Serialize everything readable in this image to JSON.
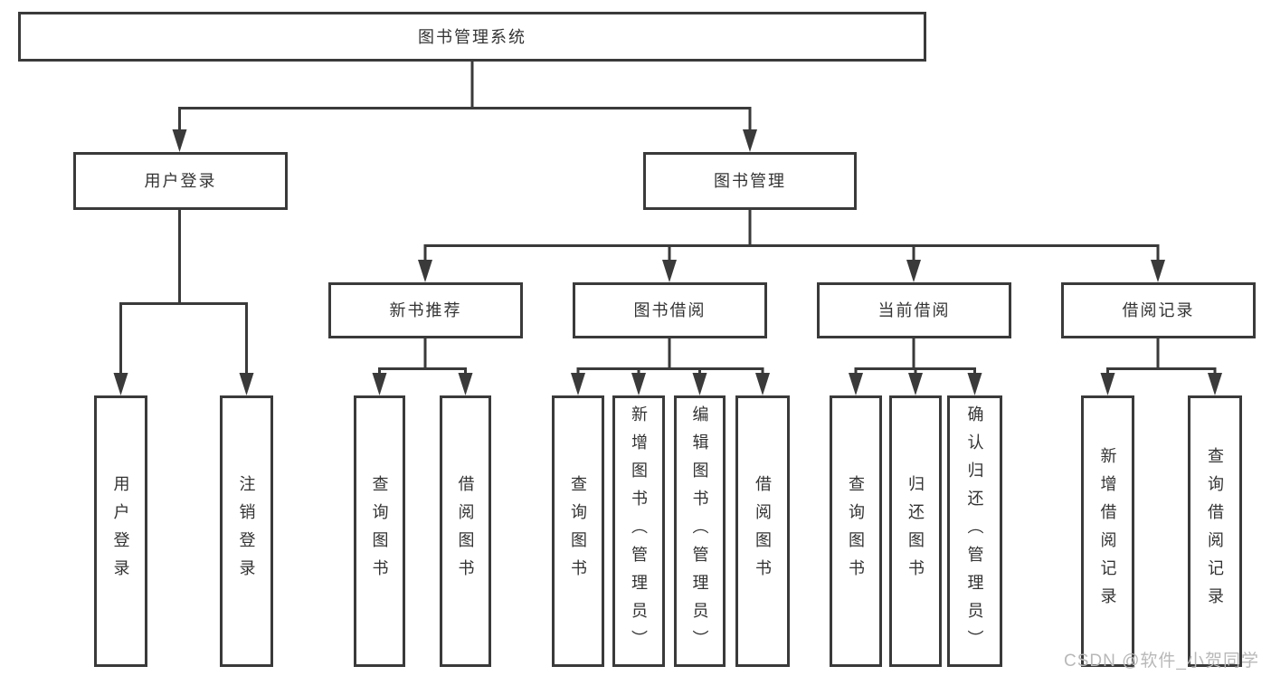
{
  "tree": {
    "root": {
      "label": "图书管理系统",
      "children": [
        {
          "label": "用户登录",
          "children": [
            {
              "label": "用户登录"
            },
            {
              "label": "注销登录"
            }
          ]
        },
        {
          "label": "图书管理",
          "children": [
            {
              "label": "新书推荐",
              "children": [
                {
                  "label": "查询图书"
                },
                {
                  "label": "借阅图书"
                }
              ]
            },
            {
              "label": "图书借阅",
              "children": [
                {
                  "label": "查询图书"
                },
                {
                  "label": "新增图书（管理员）"
                },
                {
                  "label": "编辑图书（管理员）"
                },
                {
                  "label": "借阅图书"
                }
              ]
            },
            {
              "label": "当前借阅",
              "children": [
                {
                  "label": "查询图书"
                },
                {
                  "label": "归还图书"
                },
                {
                  "label": "确认归还（管理员）"
                }
              ]
            },
            {
              "label": "借阅记录",
              "children": [
                {
                  "label": "新增借阅记录"
                },
                {
                  "label": "查询借阅记录"
                }
              ]
            }
          ]
        }
      ]
    }
  },
  "watermark": {
    "text": "CSDN @软件_小贺同学"
  },
  "colors": {
    "line": "#3a3a3a",
    "text": "#333333",
    "watermark": "#b8b8b8",
    "background": "#ffffff"
  }
}
